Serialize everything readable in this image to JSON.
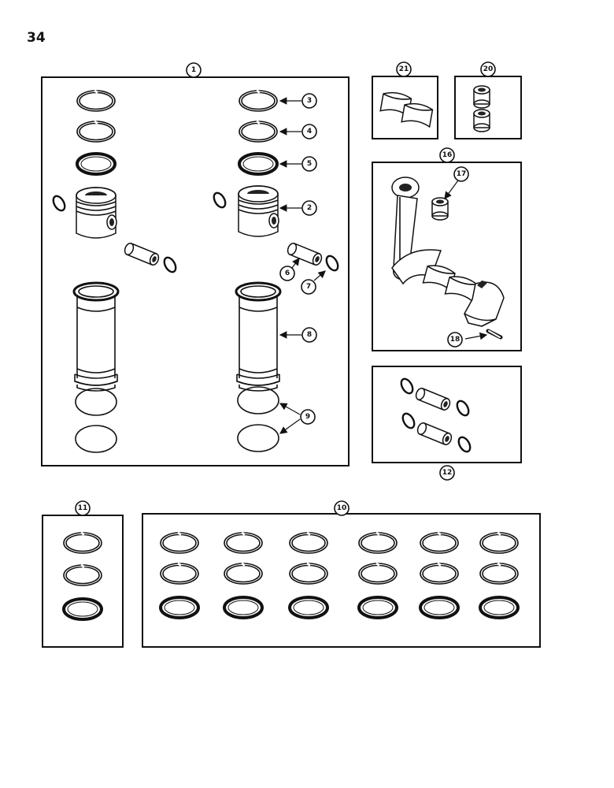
{
  "page": {
    "number": "34"
  },
  "callouts": [
    "1",
    "2",
    "3",
    "4",
    "5",
    "6",
    "7",
    "8",
    "9",
    "10",
    "11",
    "12",
    "16",
    "17",
    "18",
    "20",
    "21"
  ]
}
